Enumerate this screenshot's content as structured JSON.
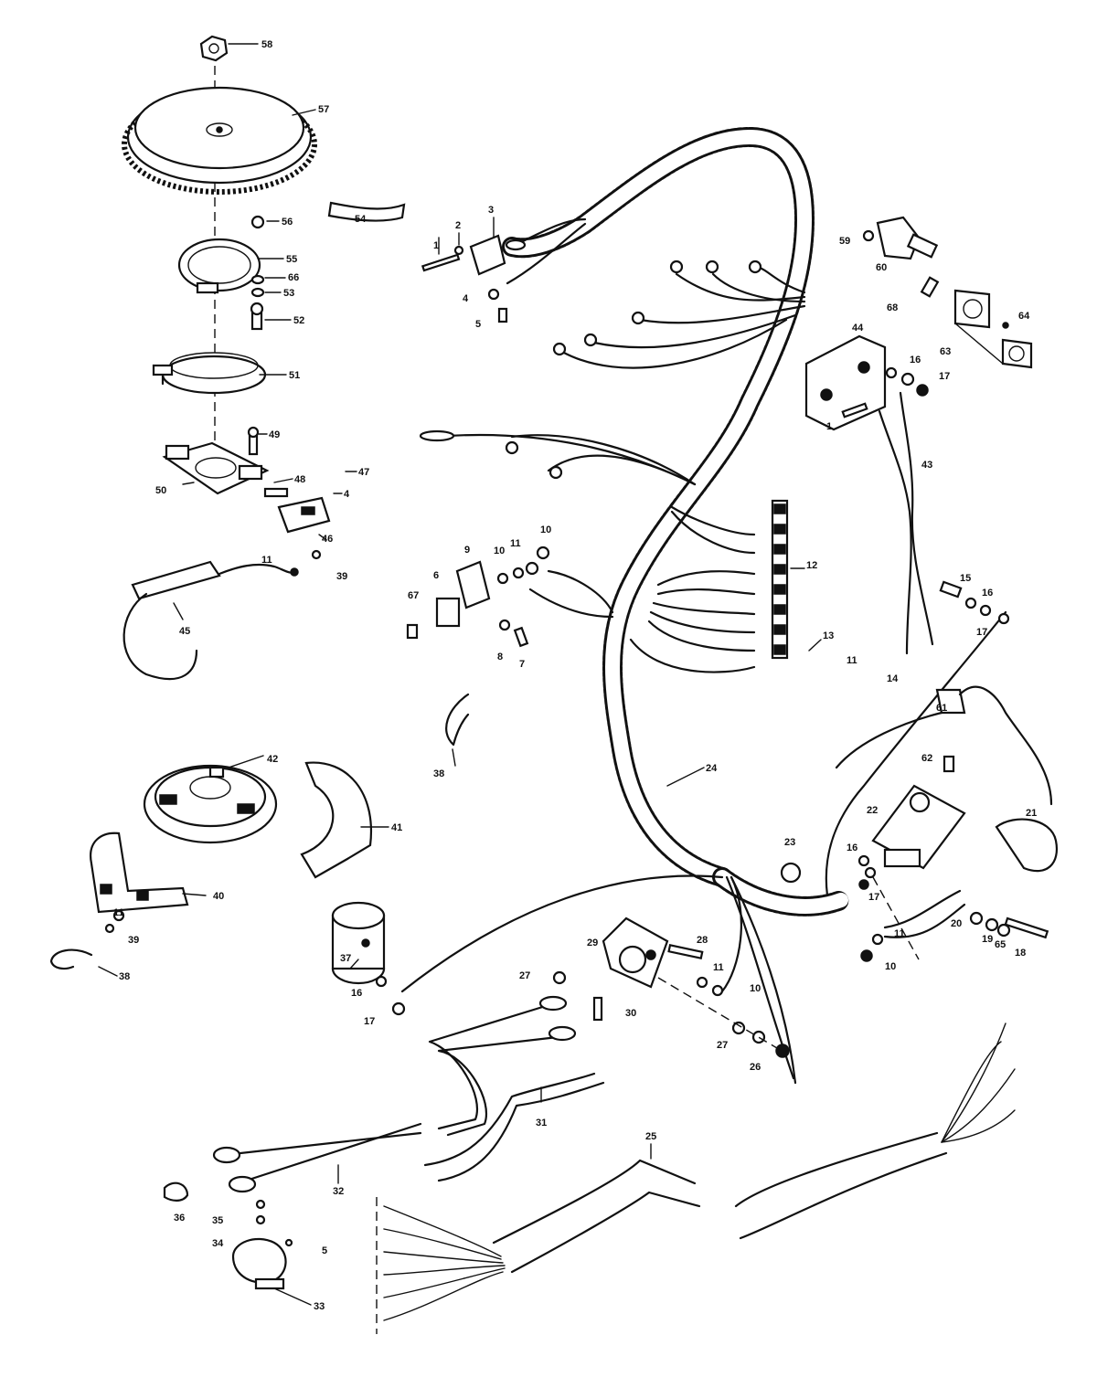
{
  "callouts": {
    "c1a": "1",
    "c1b": "1",
    "c2": "2",
    "c3": "3",
    "c4a": "4",
    "c4b": "4",
    "c5a": "5",
    "c5b": "5",
    "c6": "6",
    "c7": "7",
    "c8": "8",
    "c9": "9",
    "c10a": "10",
    "c10b": "10",
    "c10c": "10",
    "c10d": "10",
    "c11a": "11",
    "c11b": "11",
    "c11c": "11",
    "c11d": "11",
    "c11e": "11",
    "c11f": "11",
    "c12": "12",
    "c13": "13",
    "c14": "14",
    "c15": "15",
    "c16a": "16",
    "c16b": "16",
    "c16c": "16",
    "c16d": "16",
    "c17a": "17",
    "c17b": "17",
    "c17c": "17",
    "c17d": "17",
    "c18": "18",
    "c19": "19",
    "c20": "20",
    "c21": "21",
    "c22": "22",
    "c23": "23",
    "c24": "24",
    "c25": "25",
    "c26": "26",
    "c27a": "27",
    "c27b": "27",
    "c28": "28",
    "c29": "29",
    "c30": "30",
    "c31": "31",
    "c32": "32",
    "c33": "33",
    "c34": "34",
    "c35": "35",
    "c36": "36",
    "c37": "37",
    "c38a": "38",
    "c38b": "38",
    "c39a": "39",
    "c39b": "39",
    "c40": "40",
    "c41": "41",
    "c42": "42",
    "c43": "43",
    "c44": "44",
    "c45": "45",
    "c46": "46",
    "c47": "47",
    "c48": "48",
    "c49": "49",
    "c50": "50",
    "c51": "51",
    "c52": "52",
    "c53": "53",
    "c54": "54",
    "c55": "55",
    "c56": "56",
    "c57": "57",
    "c58": "58",
    "c59": "59",
    "c60": "60",
    "c61": "61",
    "c62": "62",
    "c63": "63",
    "c64": "64",
    "c65": "65",
    "c66": "66",
    "c67": "67",
    "c68": "68"
  }
}
